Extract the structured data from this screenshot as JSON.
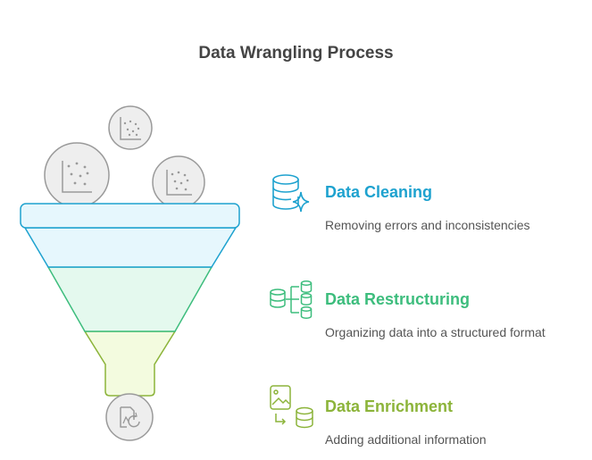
{
  "title": "Data Wrangling Process",
  "colors": {
    "cleaning": "#1ea2cf",
    "restructuring": "#3dbd7d",
    "enrichment": "#8cb43a",
    "icon_gray": "#9a9a9a",
    "circle_fill": "#eeeeee",
    "funnel_top_fill": "#e6f7fd",
    "funnel_mid_fill": "#e4f9ee",
    "funnel_bottom_fill": "#f3fbdf"
  },
  "steps": [
    {
      "title": "Data Cleaning",
      "description": "Removing errors and inconsistencies",
      "icon": "database-sparkle-icon"
    },
    {
      "title": "Data Restructuring",
      "description": "Organizing data into a structured format",
      "icon": "database-tree-icon"
    },
    {
      "title": "Data Enrichment",
      "description": "Adding additional information",
      "icon": "image-to-database-icon"
    }
  ],
  "funnel": {
    "inputs": [
      "scatter-plot-icon",
      "scatter-plot-icon",
      "scatter-plot-icon"
    ],
    "output": "document-refresh-icon"
  }
}
